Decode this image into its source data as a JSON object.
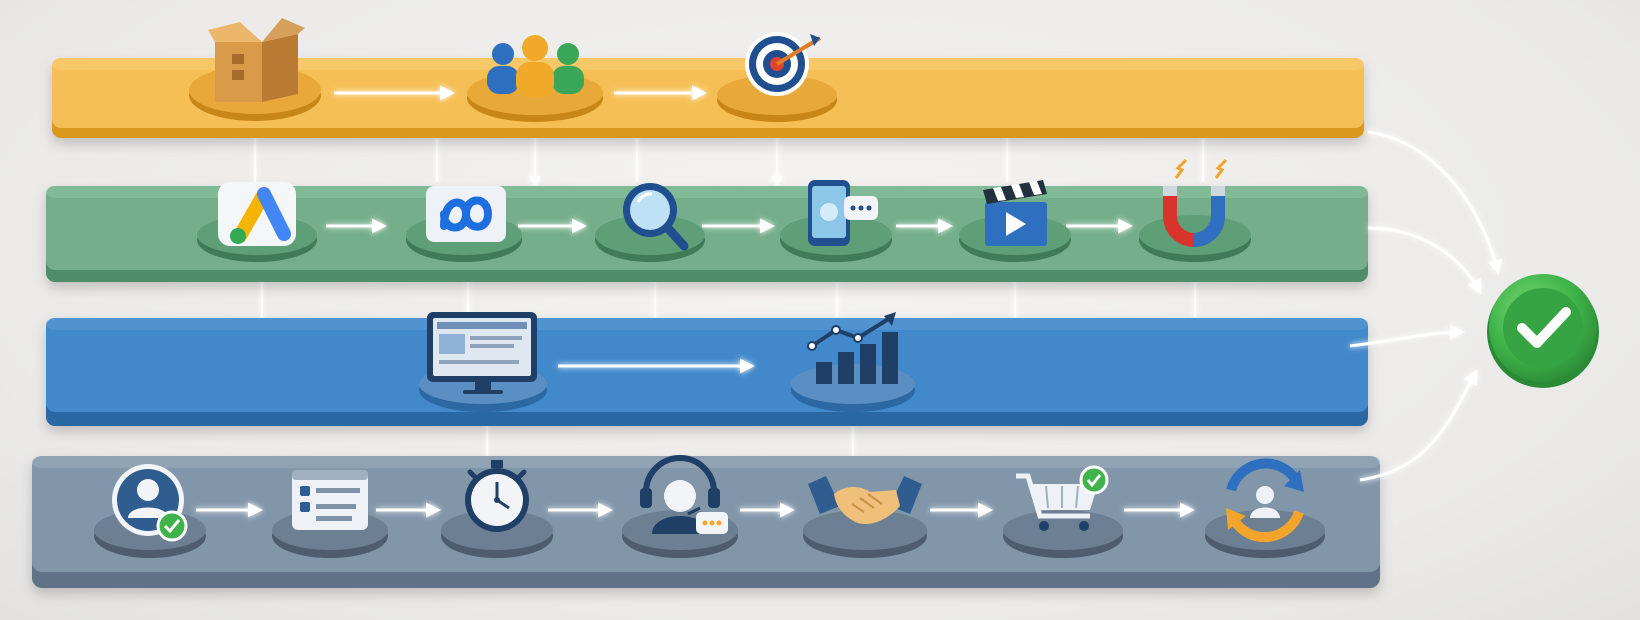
{
  "colors": {
    "background": "#edecea",
    "tier_orange": "#f2b84b",
    "tier_green": "#6fab86",
    "tier_blue": "#3f86c8",
    "tier_slate": "#7f93a8",
    "success": "#3fb24a",
    "connector": "#ffffff"
  },
  "tiers": [
    {
      "id": "offer",
      "color_key": "tier_orange",
      "nodes": [
        {
          "icon": "cardboard-box-icon"
        },
        {
          "icon": "people-group-icon"
        },
        {
          "icon": "target-arrow-icon"
        }
      ]
    },
    {
      "id": "channels",
      "color_key": "tier_green",
      "nodes": [
        {
          "icon": "google-ads-logo-icon"
        },
        {
          "icon": "meta-logo-icon"
        },
        {
          "icon": "magnifying-glass-icon"
        },
        {
          "icon": "smartphone-chat-icon"
        },
        {
          "icon": "video-clapperboard-icon"
        },
        {
          "icon": "magnet-icon"
        }
      ]
    },
    {
      "id": "conversion",
      "color_key": "tier_blue",
      "nodes": [
        {
          "icon": "monitor-landing-page-icon"
        },
        {
          "icon": "growth-chart-icon"
        }
      ]
    },
    {
      "id": "sales",
      "color_key": "tier_slate",
      "nodes": [
        {
          "icon": "verified-user-icon"
        },
        {
          "icon": "form-card-icon"
        },
        {
          "icon": "stopwatch-icon"
        },
        {
          "icon": "support-agent-icon"
        },
        {
          "icon": "handshake-icon"
        },
        {
          "icon": "shopping-cart-check-icon"
        },
        {
          "icon": "customer-cycle-icon"
        }
      ]
    }
  ],
  "goal": {
    "icon": "check-badge-icon"
  }
}
